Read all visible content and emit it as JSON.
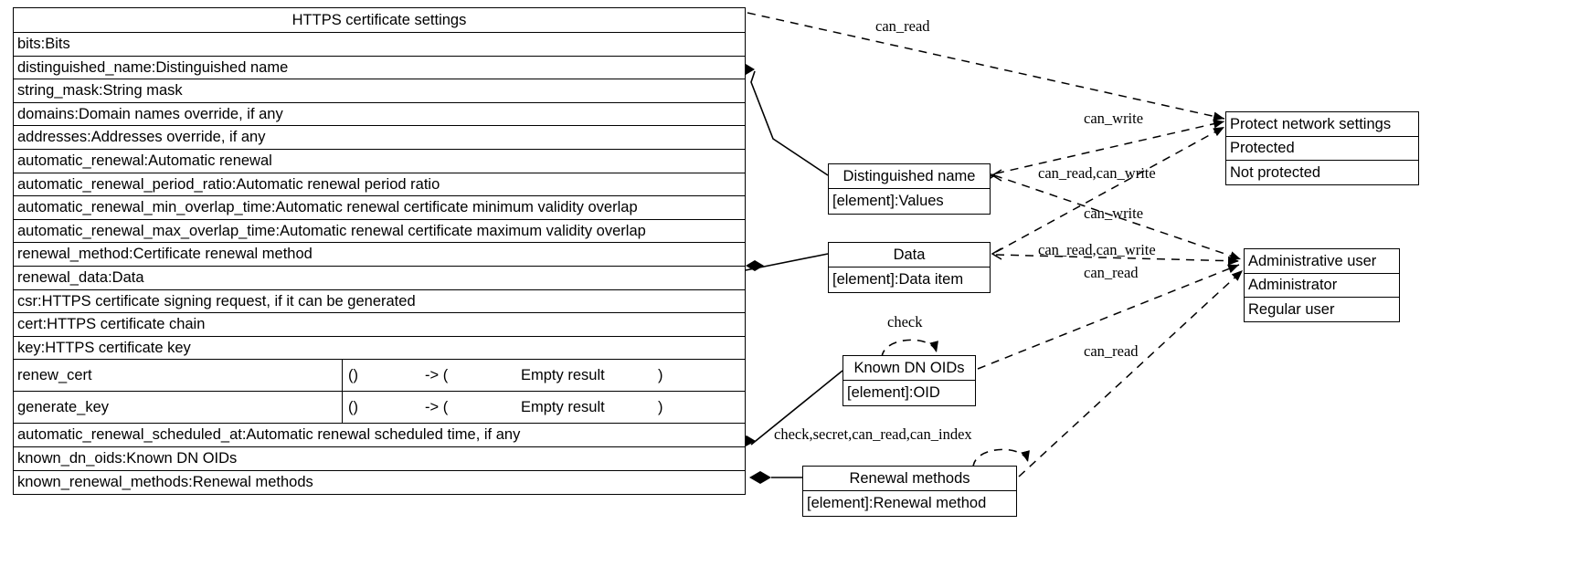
{
  "diagram": {
    "kind": "uml-class-diagram",
    "background": "#ffffff",
    "line_color": "#000000"
  },
  "main_class": {
    "title": "HTTPS certificate settings",
    "attributes": [
      "bits:Bits",
      "distinguished_name:Distinguished name",
      "string_mask:String mask",
      "domains:Domain names override, if any",
      "addresses:Addresses override, if any",
      "automatic_renewal:Automatic renewal",
      "automatic_renewal_period_ratio:Automatic renewal period ratio",
      "automatic_renewal_min_overlap_time:Automatic renewal certificate minimum validity overlap",
      "automatic_renewal_max_overlap_time:Automatic renewal certificate maximum validity overlap",
      "renewal_method:Certificate renewal method",
      "renewal_data:Data",
      "csr:HTTPS certificate signing request, if it can be generated",
      "cert:HTTPS certificate chain",
      "key:HTTPS certificate key"
    ],
    "methods": [
      {
        "name": "renew_cert",
        "args": "()",
        "arrow": "-> (",
        "result": "Empty result",
        "close": ")"
      },
      {
        "name": "generate_key",
        "args": "()",
        "arrow": "-> (",
        "result": "Empty result",
        "close": ")"
      }
    ],
    "trailing_attributes": [
      "automatic_renewal_scheduled_at:Automatic renewal scheduled time, if any",
      "known_dn_oids:Known DN OIDs",
      "known_renewal_methods:Renewal methods"
    ]
  },
  "boxes": {
    "distinguished_name": {
      "title": "Distinguished name",
      "fields": [
        "[element]:Values"
      ]
    },
    "data": {
      "title": "Data",
      "fields": [
        "[element]:Data item"
      ]
    },
    "known_dn_oids": {
      "title": "Known DN OIDs",
      "fields": [
        "[element]:OID"
      ]
    },
    "renewal_methods": {
      "title": "Renewal methods",
      "fields": [
        "[element]:Renewal method"
      ]
    },
    "protect_network_settings": {
      "title": "Protect network settings",
      "literals": [
        "Protected",
        "Not protected"
      ]
    },
    "administrative_user": {
      "title": "Administrative user",
      "literals": [
        "Administrator",
        "Regular user"
      ]
    }
  },
  "edge_labels": {
    "can_read_top": "can_read",
    "can_write_dn": "can_write",
    "can_read_can_write_dn": "can_read,can_write",
    "can_write_data": "can_write",
    "can_read_can_write_data": "can_read,can_write",
    "can_read_data": "can_read",
    "check_dnoids": "check",
    "can_read_dnoids": "can_read",
    "check_secret_can_read_can_index": "check,secret,can_read,can_index"
  }
}
